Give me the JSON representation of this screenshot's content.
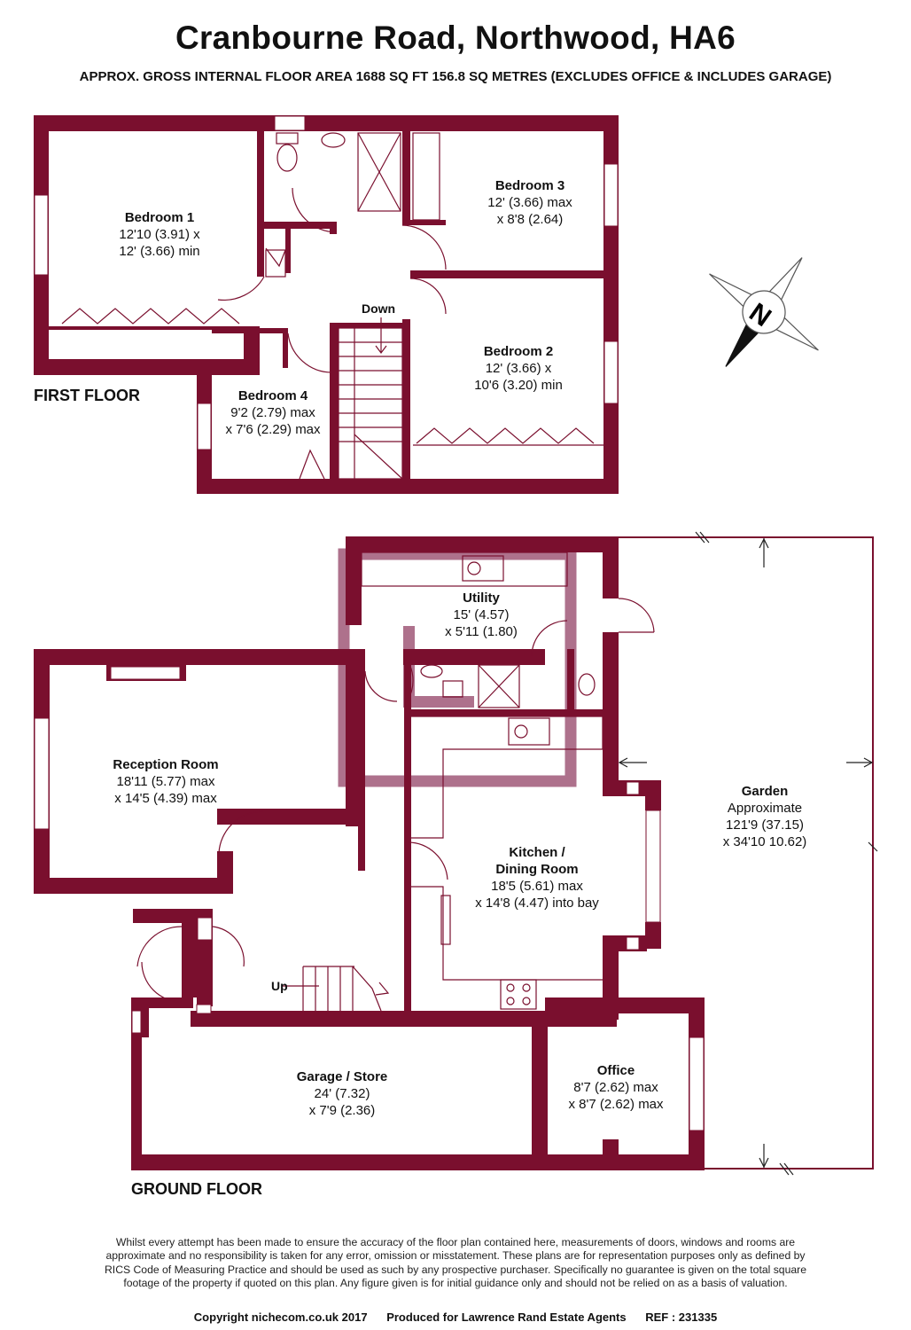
{
  "title": "Cranbourne Road, Northwood, HA6",
  "subtitle": "APPROX. GROSS INTERNAL FLOOR AREA 1688 SQ FT 156.8 SQ METRES (EXCLUDES OFFICE & INCLUDES GARAGE)",
  "colors": {
    "wall": "#7a0f2e",
    "utility_outline": "#a05878",
    "fixture_line": "#7a0f2e"
  },
  "compass": {
    "letter": "N",
    "icon": "compass-rose-icon"
  },
  "first_floor": {
    "label": "FIRST FLOOR",
    "stairs_label": "Down",
    "rooms": {
      "bedroom1": {
        "name": "Bedroom 1",
        "dim1": "12'10 (3.91) x",
        "dim2": "12' (3.66) min"
      },
      "bedroom2": {
        "name": "Bedroom 2",
        "dim1": "12' (3.66) x",
        "dim2": "10'6 (3.20) min"
      },
      "bedroom3": {
        "name": "Bedroom 3",
        "dim1": "12' (3.66) max",
        "dim2": "x 8'8 (2.64)"
      },
      "bedroom4": {
        "name": "Bedroom 4",
        "dim1": "9'2 (2.79) max",
        "dim2": "x 7'6 (2.29) max"
      }
    }
  },
  "ground_floor": {
    "label": "GROUND FLOOR",
    "stairs_label": "Up",
    "rooms": {
      "utility": {
        "name": "Utility",
        "dim1": "15' (4.57)",
        "dim2": "x 5'11 (1.80)"
      },
      "reception": {
        "name": "Reception Room",
        "dim1": "18'11 (5.77) max",
        "dim2": "x 14'5 (4.39) max"
      },
      "kitchen": {
        "name1": "Kitchen /",
        "name2": "Dining Room",
        "dim1": "18'5 (5.61) max",
        "dim2": "x 14'8 (4.47) into bay"
      },
      "garden": {
        "name": "Garden",
        "dim0": "Approximate",
        "dim1": "121'9 (37.15)",
        "dim2": "x 34'10 10.62)"
      },
      "garage": {
        "name": "Garage / Store",
        "dim1": "24' (7.32)",
        "dim2": "x 7'9 (2.36)"
      },
      "office": {
        "name": "Office",
        "dim1": "8'7 (2.62) max",
        "dim2": "x 8'7 (2.62) max"
      }
    }
  },
  "disclaimer": "Whilst every attempt has been made to ensure the accuracy of the floor plan contained here, measurements of doors, windows and rooms are approximate and no responsibility is taken for any error, omission or misstatement. These plans are for representation purposes only as defined by RICS Code of Measuring Practice and should be used as such by any prospective purchaser. Specifically no guarantee is given on the total square footage of the property if quoted on this plan. Any figure given is for initial guidance only and should not be relied on as a basis of valuation.",
  "footer": {
    "copyright": "Copyright nichecom.co.uk 2017",
    "produced": "Produced for Lawrence Rand Estate Agents",
    "ref": "REF : 231335"
  }
}
